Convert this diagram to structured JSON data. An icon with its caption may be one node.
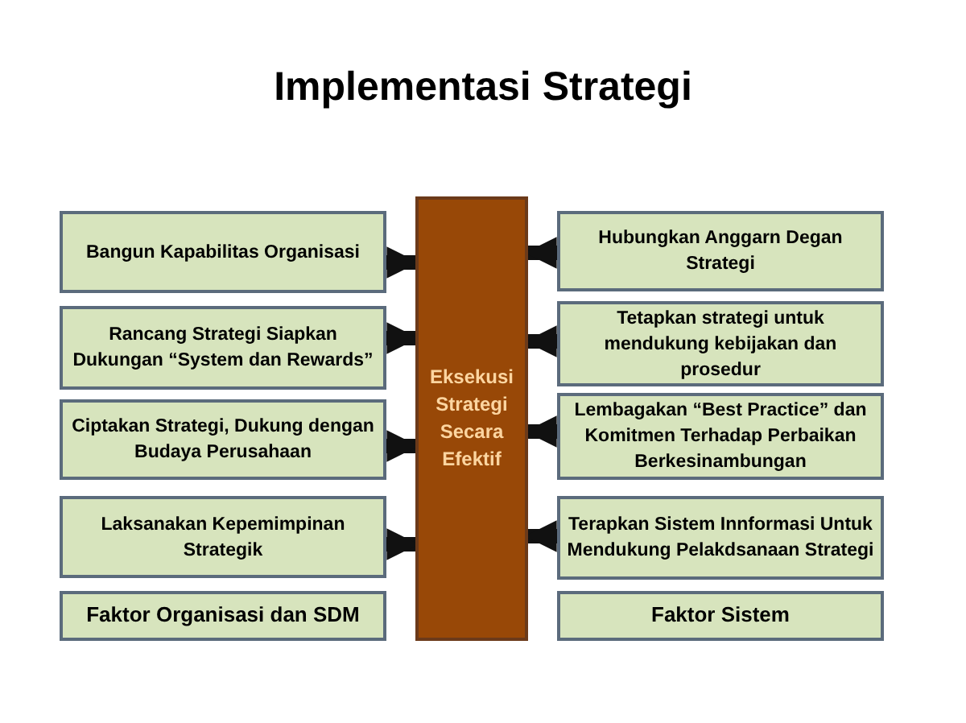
{
  "diagram": {
    "title": "Implementasi Strategi",
    "nodes": [
      {
        "text": [
          "Bangun Kapabilitas Organisasi"
        ]
      },
      {
        "text": [
          "Rancang Strategi Siapkan Dukungan “System dan Rewards”"
        ]
      },
      {
        "text": [
          "Ciptakan Strategi, Dukung dengan Budaya Perusahaan"
        ]
      },
      {
        "text": [
          "Laksanakan Kepemimpinan Strategik"
        ]
      },
      {
        "text": [
          "Faktor Organisasi dan SDM"
        ]
      },
      {
        "text": [
          "Eksekusi Strategi Secara Efektif"
        ]
      },
      {
        "text": [
          "Hubungkan Anggarn Degan Strategi"
        ]
      },
      {
        "text": [
          "Tetapkan strategi untuk mendukung kebijakan dan prosedur"
        ]
      },
      {
        "text": [
          "Lembagakan “Best Practice” dan Komitmen Terhadap Perbaikan Berkesinambungan"
        ]
      },
      {
        "text": [
          "Terapkan Sistem Innformasi Untuk Mendukung Pelakdsanaan Strategi"
        ]
      },
      {
        "text": [
          "Faktor Sistem"
        ]
      }
    ],
    "edges": [
      {
        "from": 0,
        "to": 5,
        "arrow": "to"
      },
      {
        "from": 1,
        "to": 5,
        "arrow": "to"
      },
      {
        "from": 2,
        "to": 5,
        "arrow": "to"
      },
      {
        "from": 3,
        "to": 5,
        "arrow": "to"
      },
      {
        "from": 6,
        "to": 5,
        "arrow": "to"
      },
      {
        "from": 7,
        "to": 5,
        "arrow": "to"
      },
      {
        "from": 8,
        "to": 5,
        "arrow": "to"
      },
      {
        "from": 9,
        "to": 5,
        "arrow": "to"
      }
    ]
  }
}
